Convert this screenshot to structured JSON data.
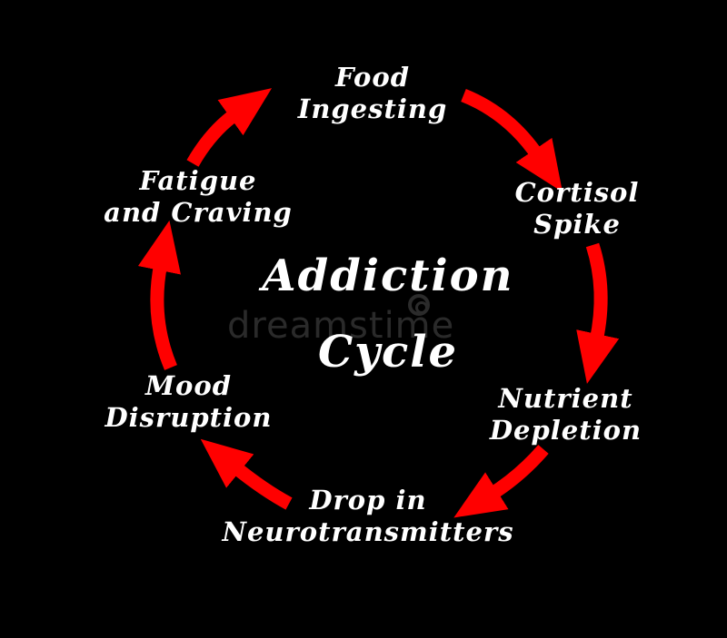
{
  "diagram": {
    "title_line1": "Addiction",
    "title_line2": "Cycle",
    "arrow_color": "#ff0000",
    "background_color": "#000000",
    "text_color": "#ffffff",
    "steps": [
      {
        "line1": "Food",
        "line2": "Ingesting"
      },
      {
        "line1": "Cortisol",
        "line2": "Spike"
      },
      {
        "line1": "Nutrient",
        "line2": "Depletion"
      },
      {
        "line1": "Drop in",
        "line2": "Neurotransmitters"
      },
      {
        "line1": "Mood",
        "line2": "Disruption"
      },
      {
        "line1": "Fatigue",
        "line2": "and Craving"
      }
    ],
    "watermark": "dreamstime"
  }
}
